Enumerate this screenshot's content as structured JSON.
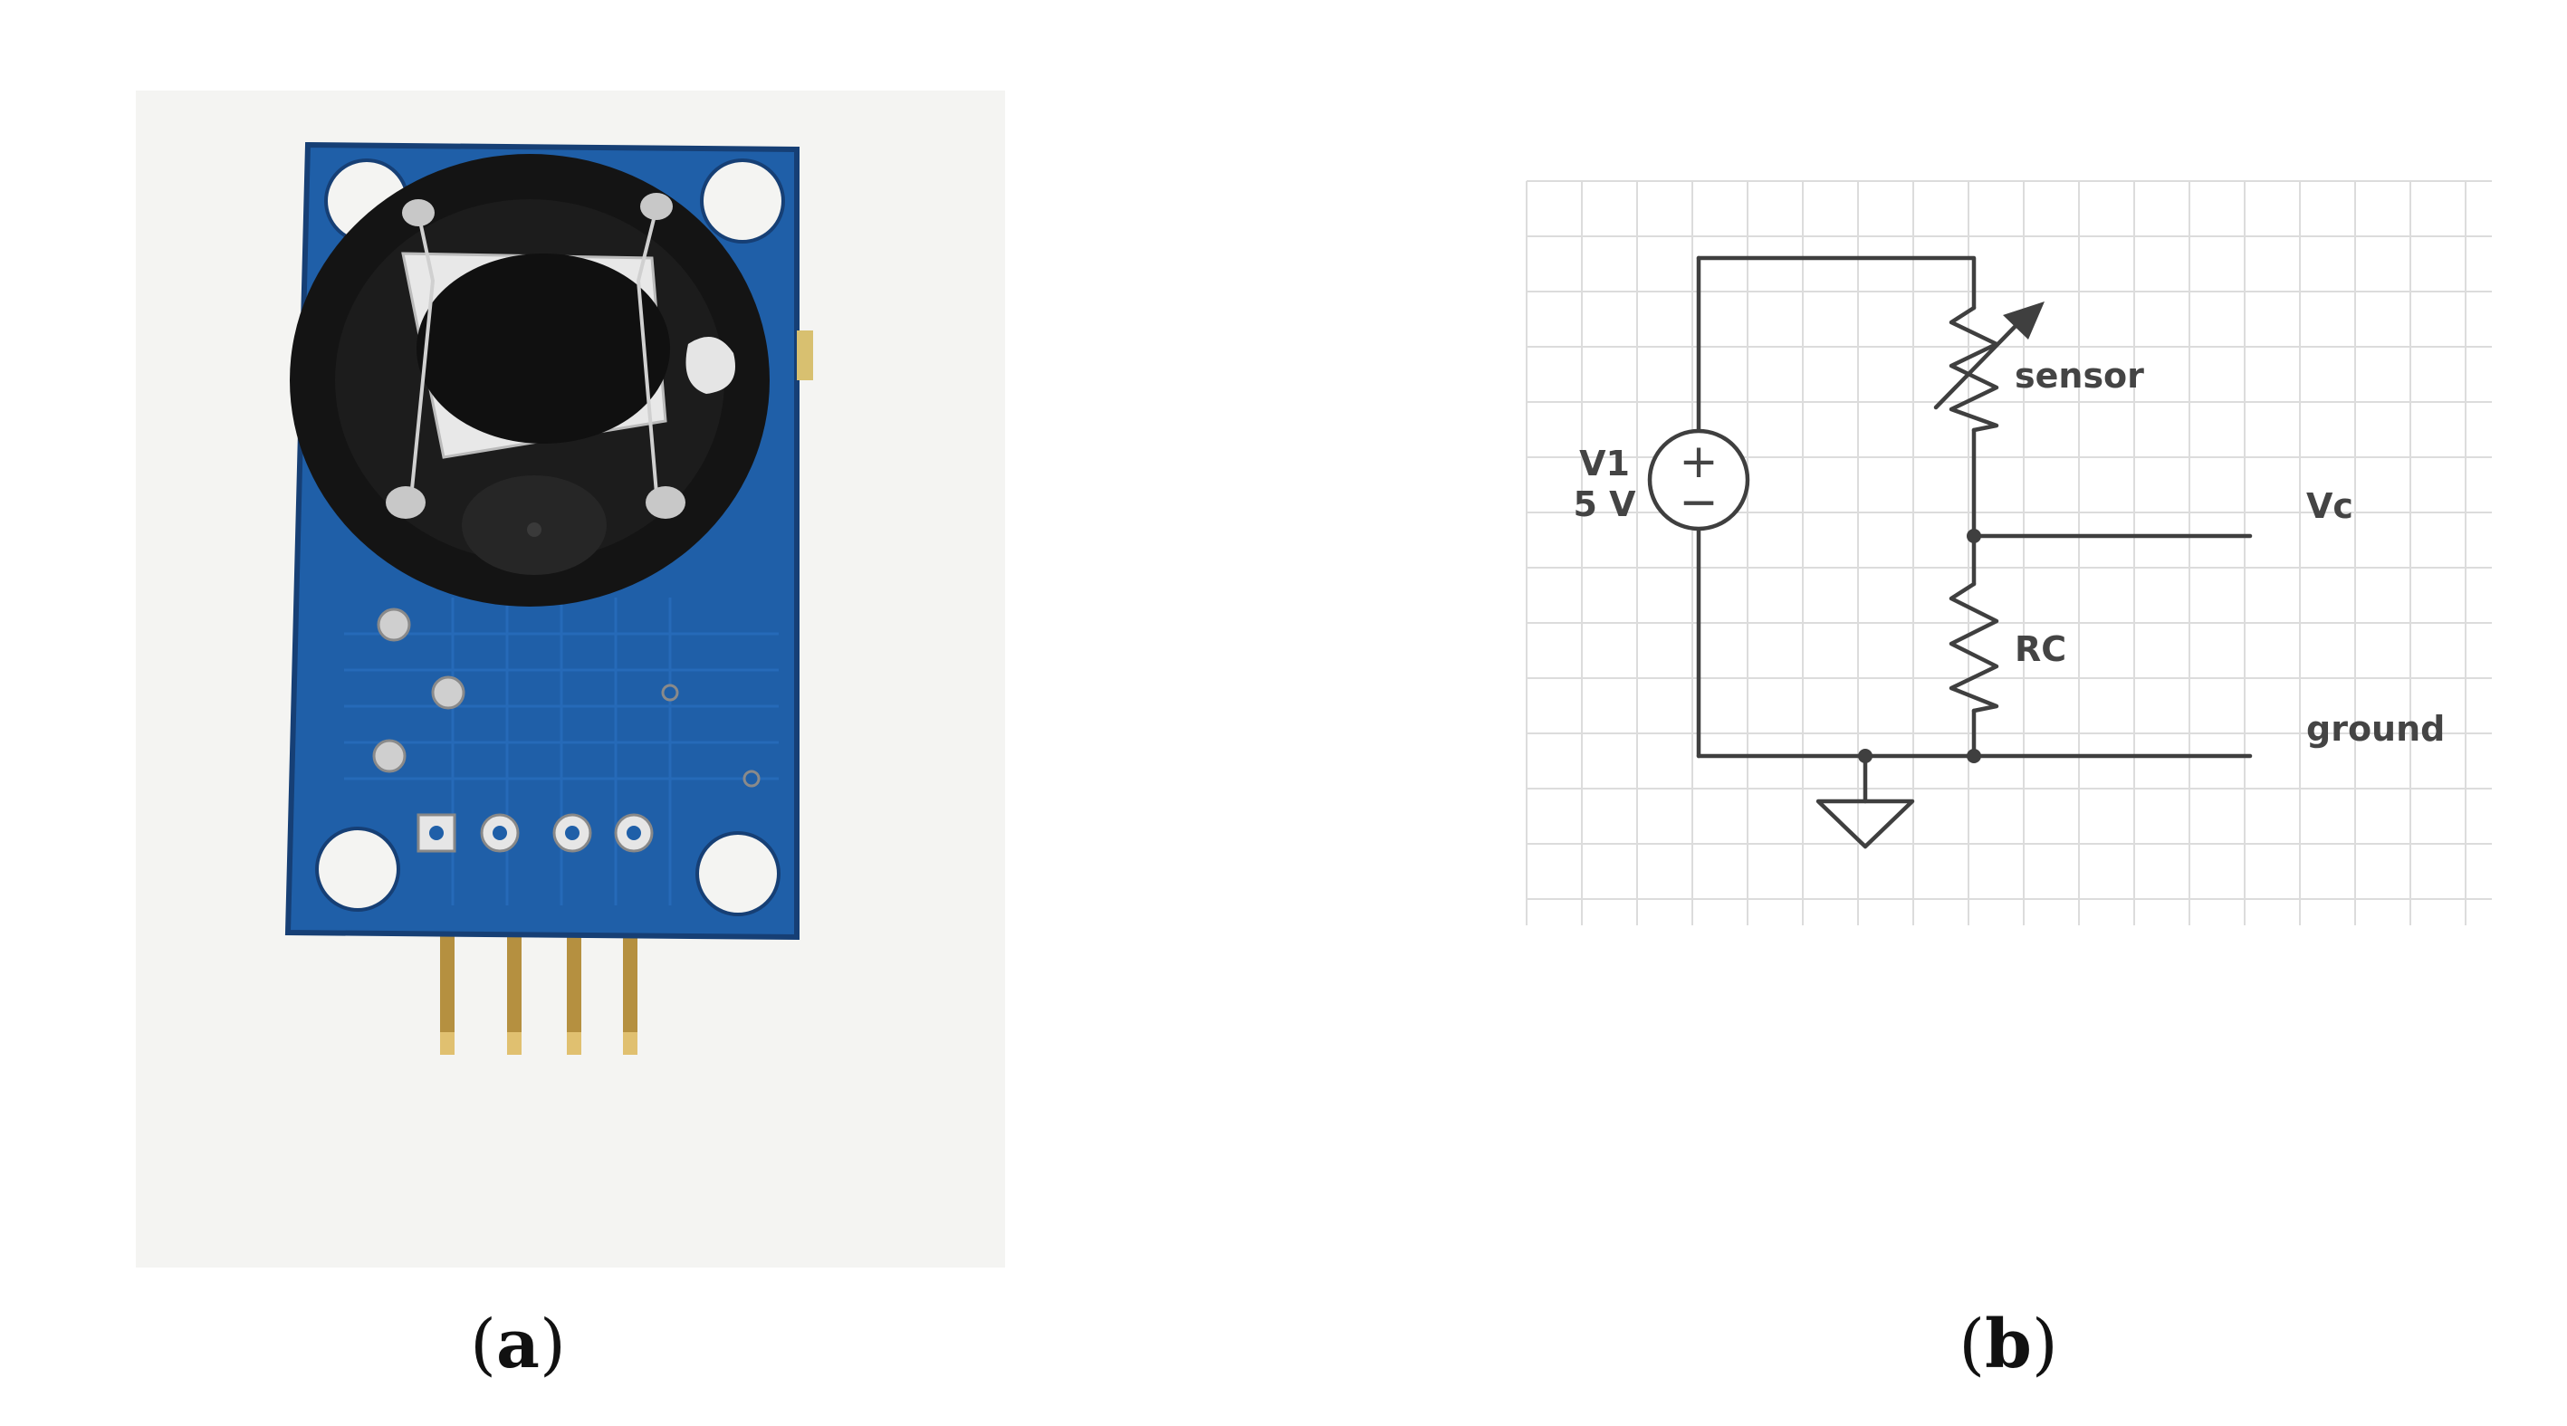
{
  "panel_a": {
    "caption_open": "(",
    "caption_letter": "a",
    "caption_close": ")"
  },
  "panel_b": {
    "caption_open": "(",
    "caption_letter": "b",
    "caption_close": ")",
    "source": {
      "name": "V1",
      "voltage": "5 V",
      "plus_symbol": "+",
      "minus_symbol": "−"
    },
    "sensor_label": "sensor",
    "resistor_label": "RC",
    "output_label": "Vc",
    "ground_label": "ground"
  },
  "colors": {
    "pcb_blue": "#1f5fa8",
    "wire": "#3f3f3f",
    "grid": "#dcdcdc",
    "sensor_black": "#141414",
    "label_gray": "#444444"
  }
}
